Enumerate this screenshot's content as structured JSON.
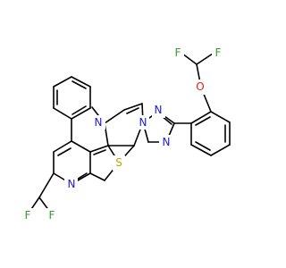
{
  "molecule": {
    "colors": {
      "bond": "#000000",
      "N": "#1a1adb",
      "S": "#c2a100",
      "O": "#e01e1e",
      "F": "#2f9e2f"
    },
    "atoms": {
      "F_top_left": "F",
      "F_top_right": "F",
      "O_ether": "O",
      "N_triazole_top": "N",
      "N_triazole_left": "N",
      "N_triazole_bottom": "N",
      "N_pyrimidine": "N",
      "S_thiophene": "S",
      "N_pyridine": "N",
      "F_bottom_left": "F",
      "F_bottom_right": "F"
    }
  }
}
